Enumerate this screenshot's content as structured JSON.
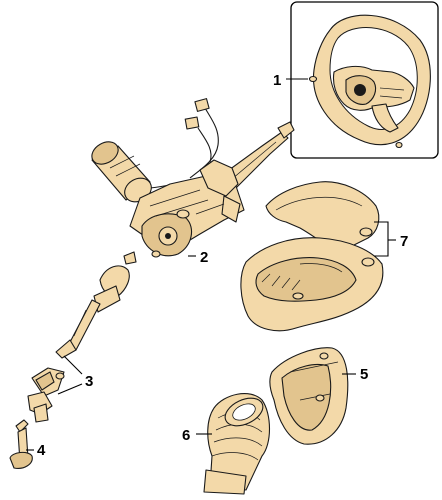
{
  "callouts": {
    "c1": "1",
    "c2": "2",
    "c3": "3",
    "c4": "4",
    "c5": "5",
    "c6": "6",
    "c7": "7"
  },
  "colors": {
    "part_fill": "#f3d9a9",
    "outline": "#1a1a1a",
    "background": "#ffffff"
  }
}
